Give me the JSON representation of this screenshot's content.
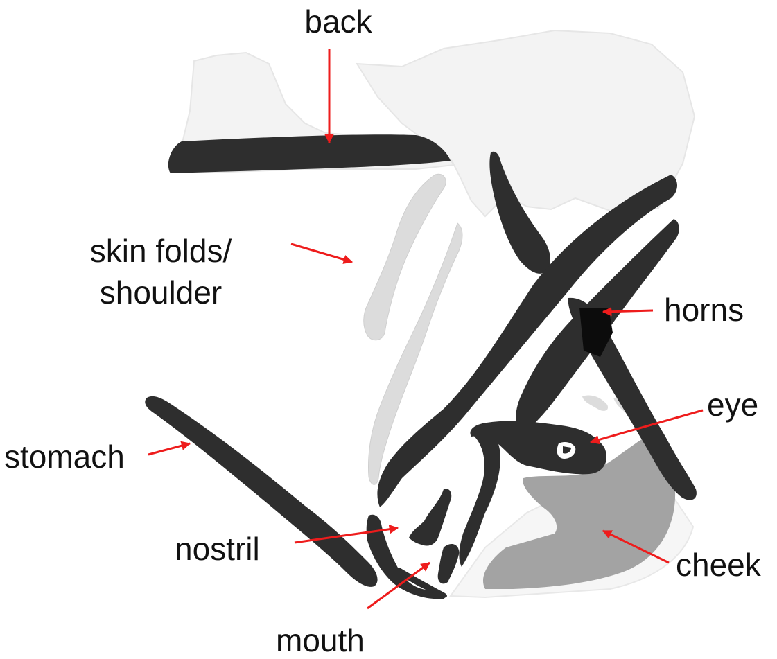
{
  "labels": {
    "back": "back",
    "skin_folds_line1": "skin folds/",
    "skin_folds_line2": "shoulder",
    "horns": "horns",
    "eye": "eye",
    "stomach": "stomach",
    "nostril": "nostril",
    "cheek": "cheek",
    "mouth": "mouth"
  },
  "colors": {
    "dark": "#2e2e2e",
    "darker_overlap": "#0c0c0c",
    "mid_grey": "#a3a3a3",
    "light_grey": "#dcdcdc",
    "faint_grey": "#f3f3f3",
    "faint_outline": "#e6e6e6",
    "arrow": "#ee1c1c",
    "text": "#111111"
  }
}
